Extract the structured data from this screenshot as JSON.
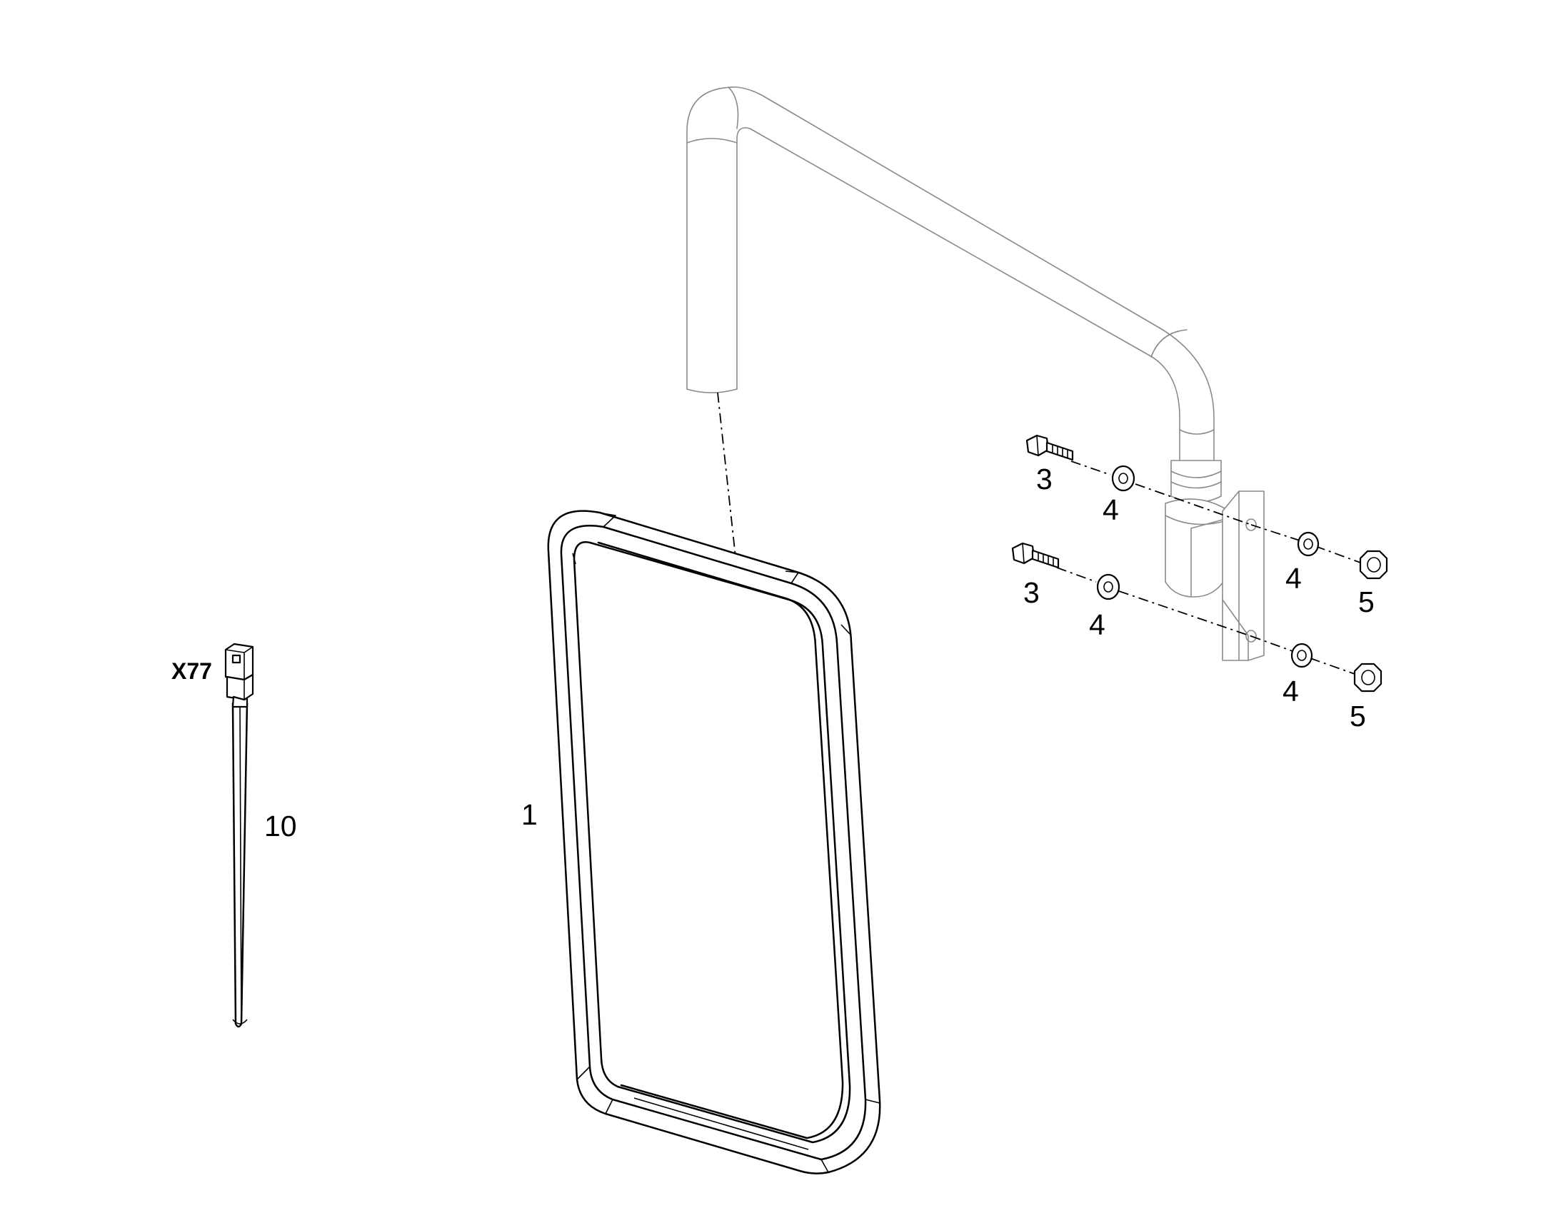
{
  "callouts": {
    "mirror": "1",
    "bolt_upper": "3",
    "bolt_lower": "3",
    "washer_upper_left": "4",
    "washer_lower_left": "4",
    "washer_upper_right": "4",
    "washer_lower_right": "4",
    "nut_upper": "5",
    "nut_lower": "5",
    "cable": "10",
    "connector": "X77"
  },
  "colors": {
    "line": "#000000",
    "bracket_line": "#8a8a8a",
    "background": "#ffffff"
  }
}
